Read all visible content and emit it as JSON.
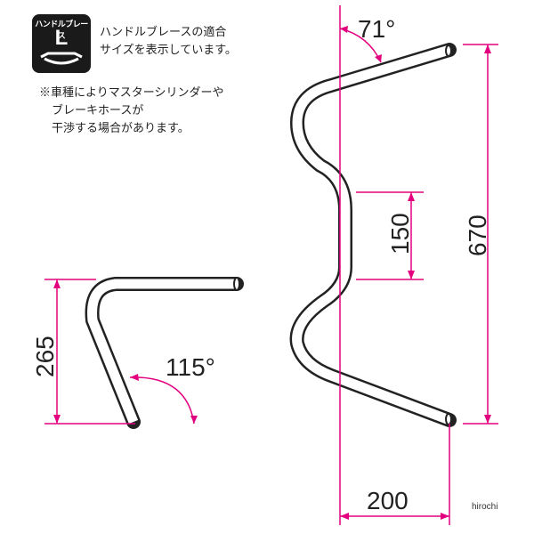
{
  "badge": {
    "top_label": "ハンドルブレース",
    "size": "L"
  },
  "brace_description": [
    "ハンドルブレースの適合",
    "サイズを表示しています。"
  ],
  "note": [
    "※車種によりマスターシリンダーや",
    "ブレーキホースが",
    "干渉する場合があります。"
  ],
  "dimensions": {
    "top_angle": "71°",
    "height_total": "670",
    "rise": "150",
    "width": "200",
    "side_height": "265",
    "side_angle": "115°"
  },
  "watermark": "hirochi",
  "colors": {
    "dimension_line": "#e3007f",
    "bar_outline": "#222222"
  }
}
